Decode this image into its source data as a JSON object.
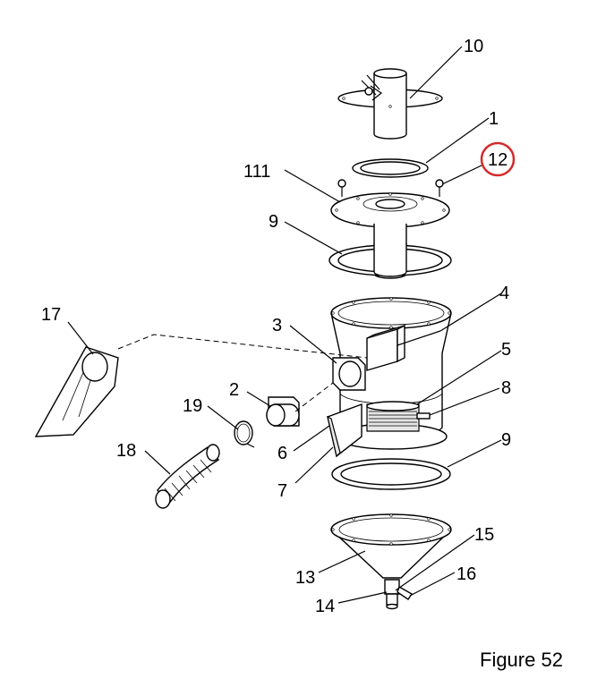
{
  "figure": {
    "label": "Figure 52"
  },
  "callouts": [
    {
      "id": "10",
      "text": "10"
    },
    {
      "id": "1",
      "text": "1"
    },
    {
      "id": "12",
      "text": "12",
      "highlighted": true
    },
    {
      "id": "111",
      "text": "111"
    },
    {
      "id": "9-top",
      "text": "9"
    },
    {
      "id": "4",
      "text": "4"
    },
    {
      "id": "17",
      "text": "17"
    },
    {
      "id": "3",
      "text": "3"
    },
    {
      "id": "5",
      "text": "5"
    },
    {
      "id": "2",
      "text": "2"
    },
    {
      "id": "8",
      "text": "8"
    },
    {
      "id": "19",
      "text": "19"
    },
    {
      "id": "9-bottom",
      "text": "9"
    },
    {
      "id": "6",
      "text": "6"
    },
    {
      "id": "18",
      "text": "18"
    },
    {
      "id": "7",
      "text": "7"
    },
    {
      "id": "15",
      "text": "15"
    },
    {
      "id": "13",
      "text": "13"
    },
    {
      "id": "16",
      "text": "16"
    },
    {
      "id": "14",
      "text": "14"
    }
  ],
  "colors": {
    "highlight": "#d42a2a",
    "line": "#000000",
    "background": "#ffffff"
  }
}
